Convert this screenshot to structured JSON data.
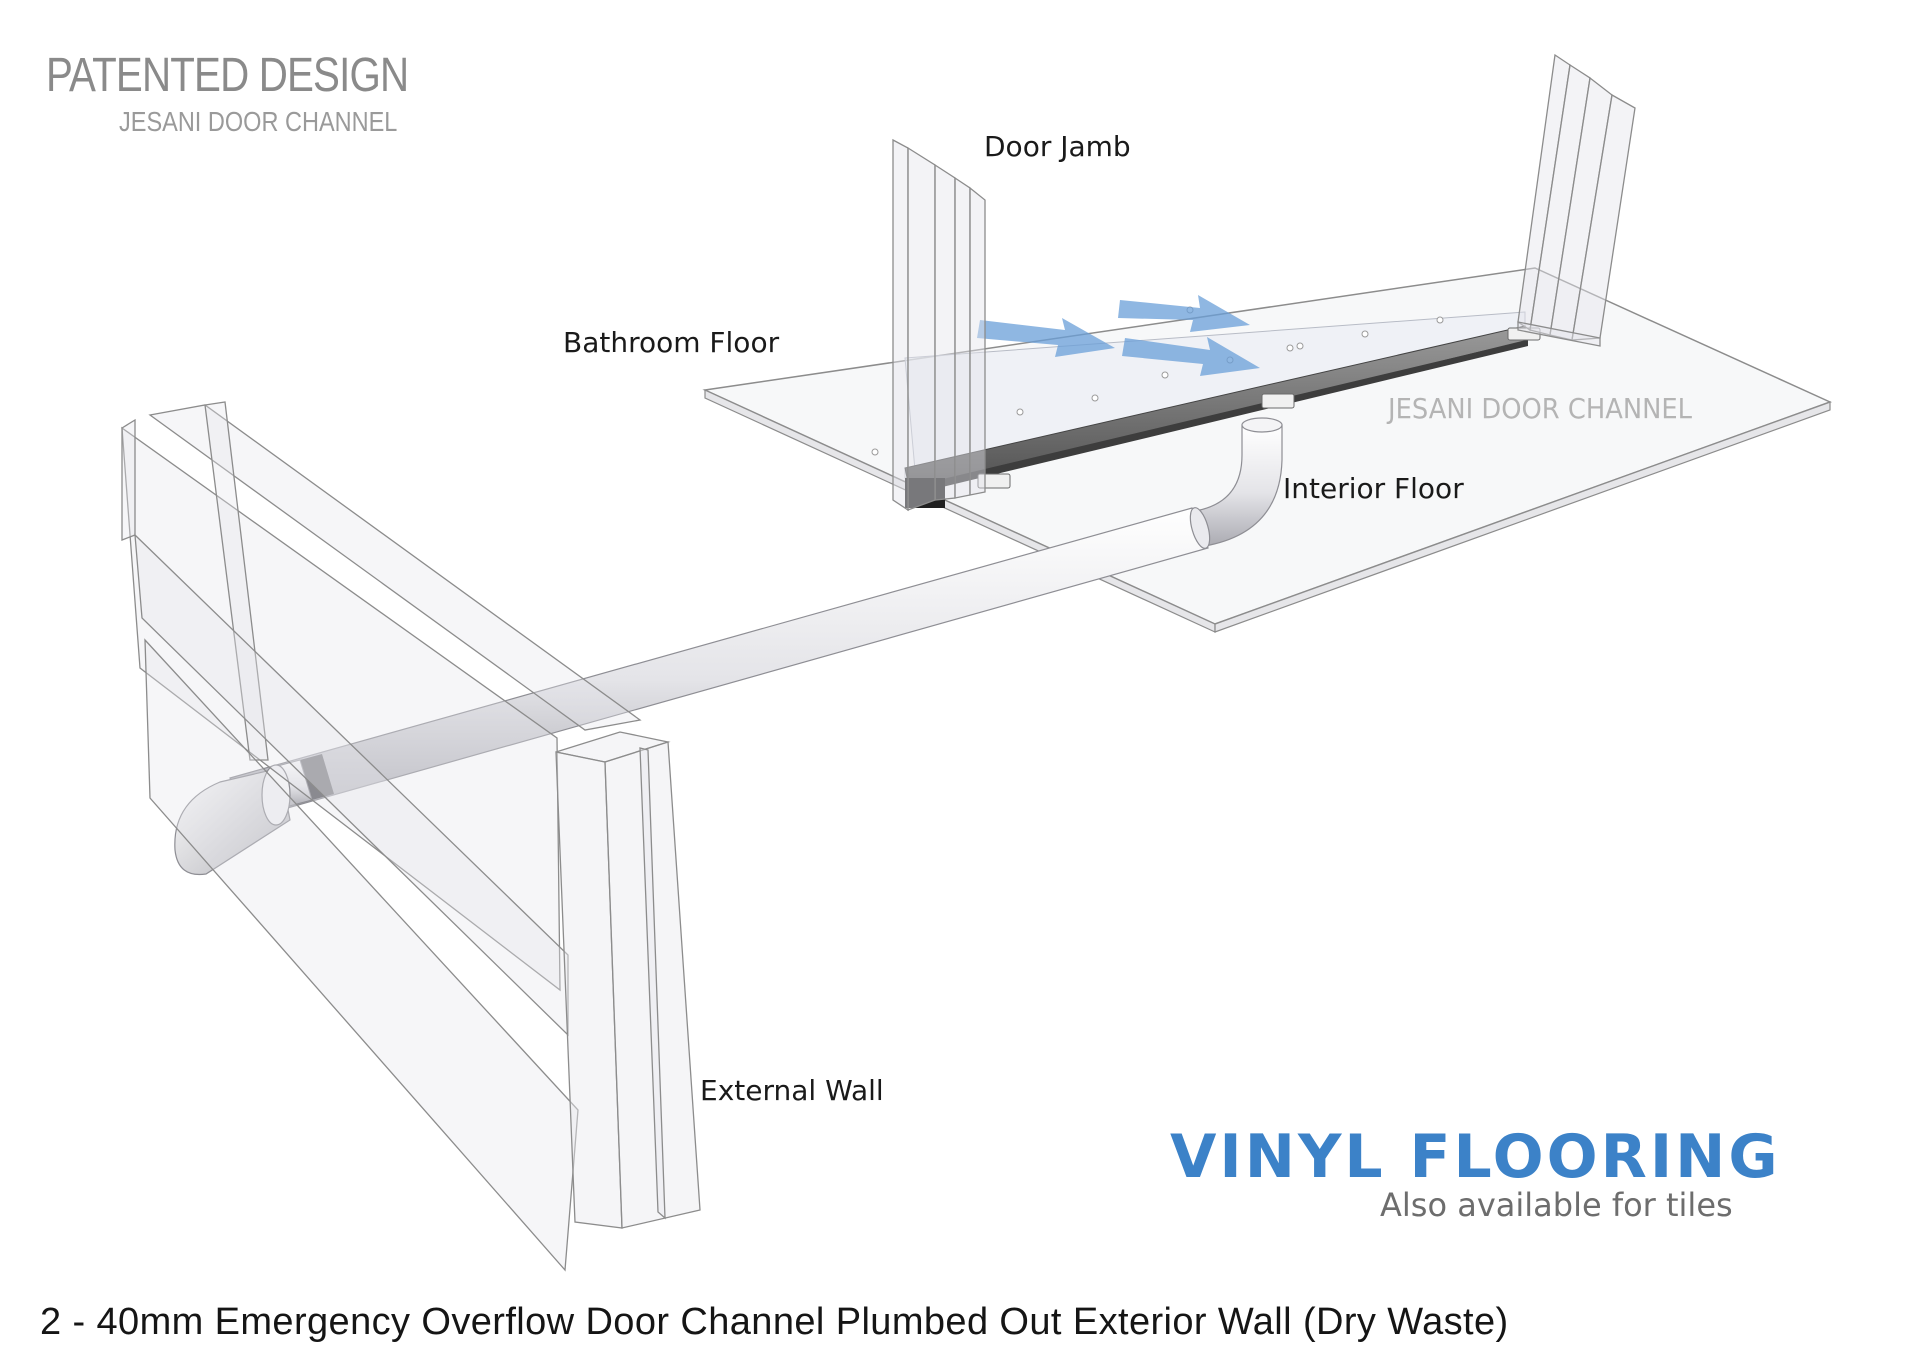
{
  "branding": {
    "title": "PATENTED DESIGN",
    "subtitle": "JESANI DOOR CHANNEL"
  },
  "labels": {
    "door_jamb": "Door Jamb",
    "bathroom_floor": "Bathroom Floor",
    "interior_floor": "Interior Floor",
    "external_wall": "External Wall"
  },
  "product_mark": "JESANI DOOR CHANNEL",
  "headline": "VINYL FLOORING",
  "subheadline": "Also available for tiles",
  "caption": "2 - 40mm Emergency Overflow Door Channel Plumbed Out Exterior Wall (Dry Waste)",
  "colors": {
    "headline": "#3c82c8",
    "flow_arrow": "#6a9fd8",
    "channel": "#6e6e6e",
    "pipe": "#e2e2e6",
    "glass_edge": "#8c8c8c"
  }
}
